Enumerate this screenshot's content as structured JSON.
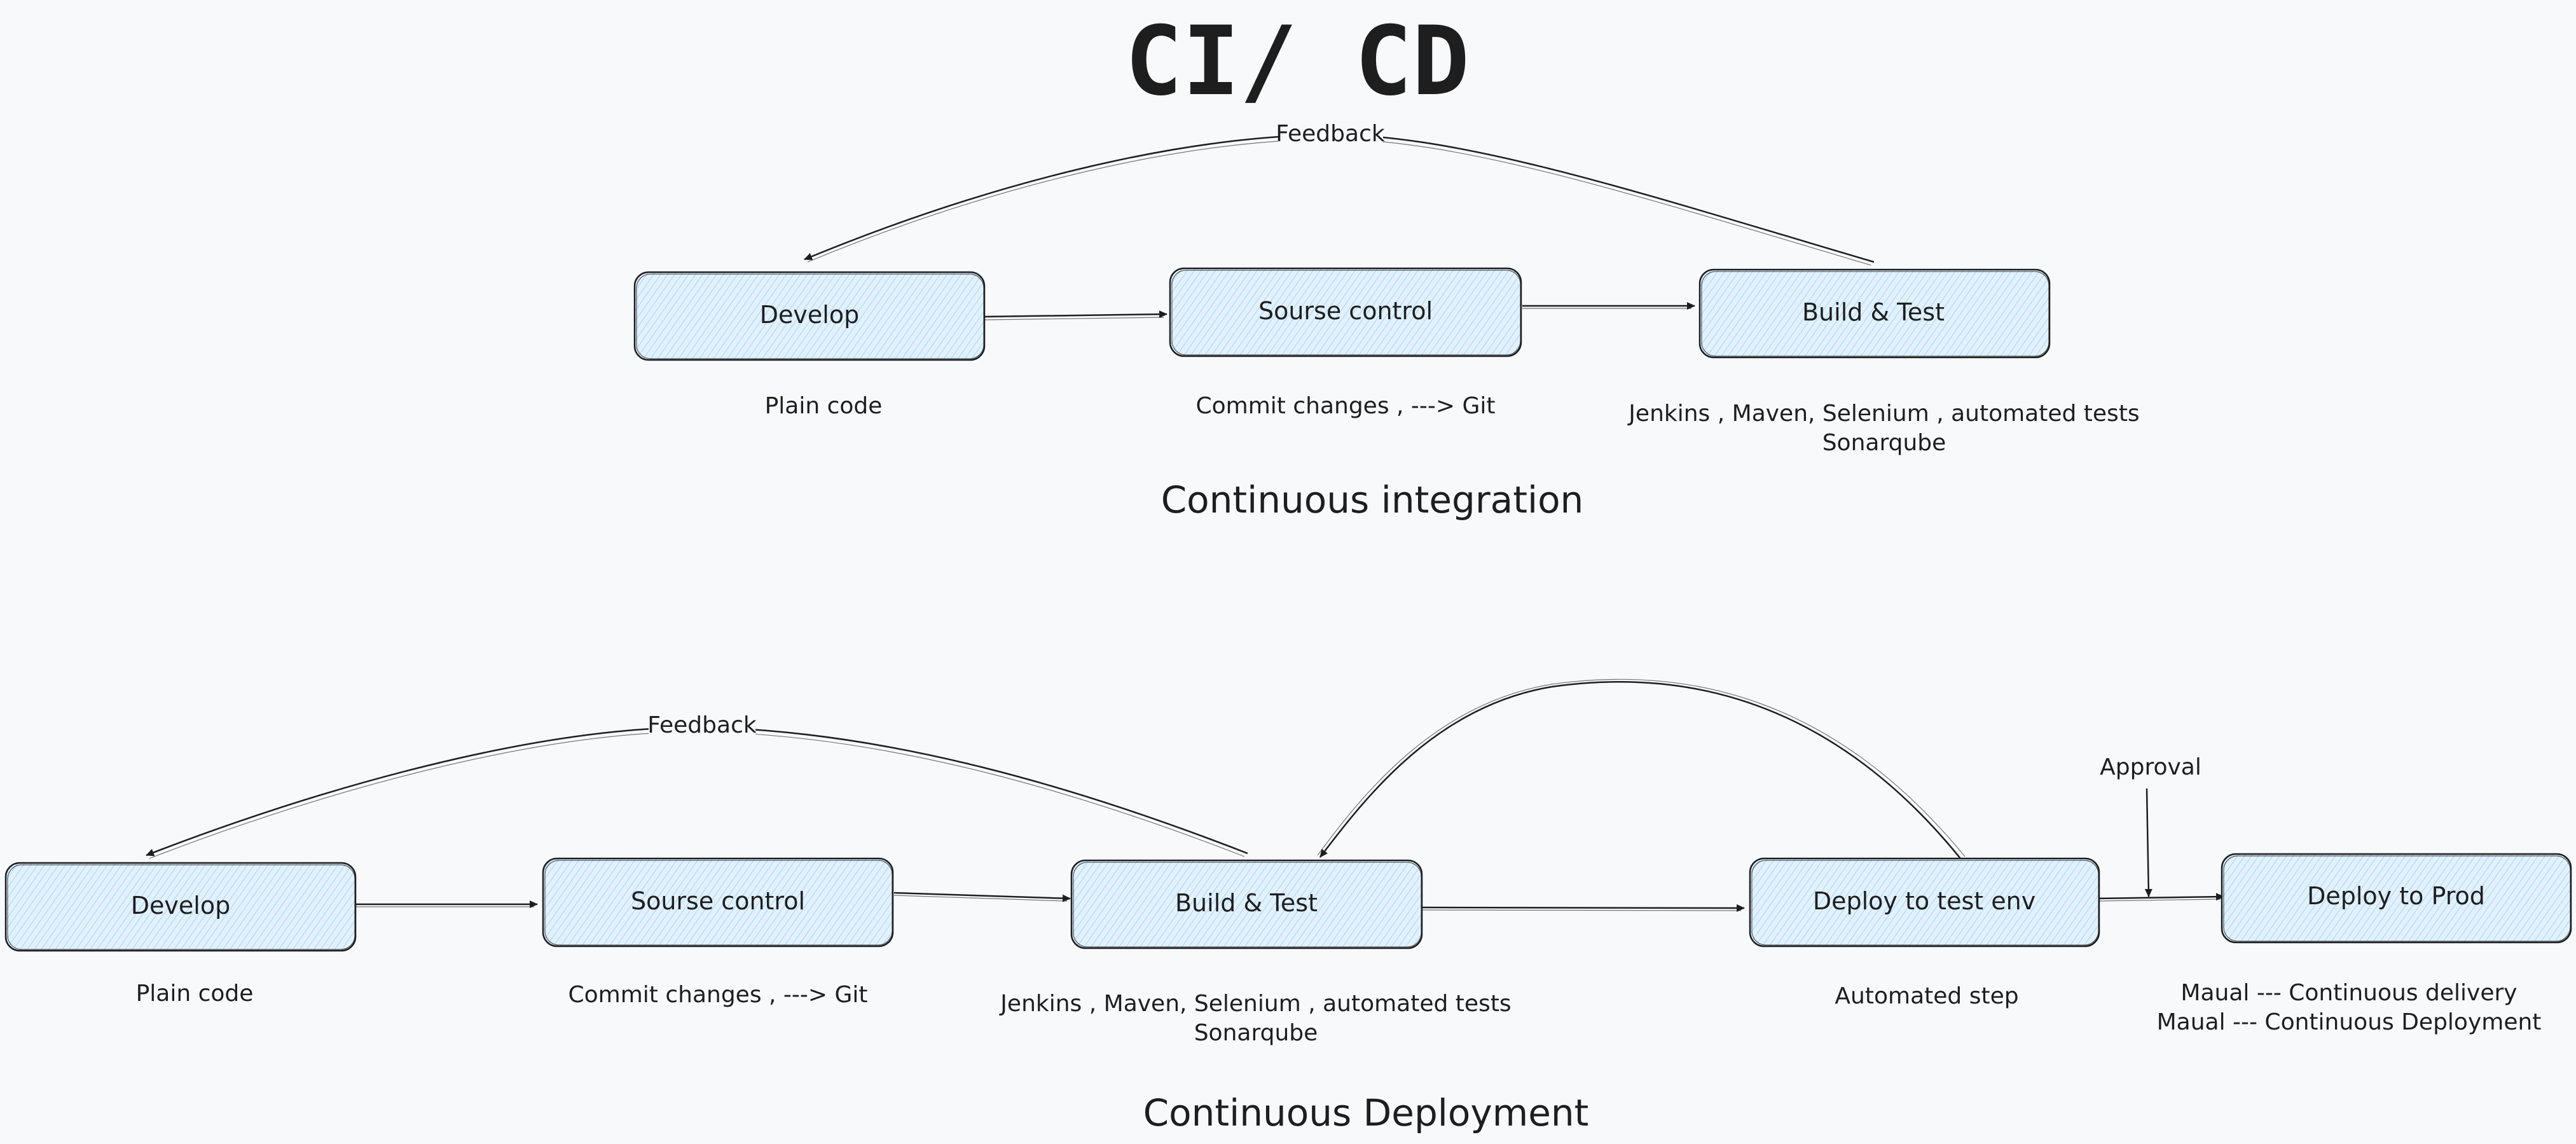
{
  "title": "CI/ CD",
  "colors": {
    "background": "#f8f9fb",
    "node_fill": "#a5d8ff",
    "stroke": "#1e1e1e"
  },
  "continuous_integration": {
    "heading": "Continuous integration",
    "nodes": [
      {
        "id": "ci-develop",
        "label": "Develop",
        "caption": [
          "Plain code"
        ]
      },
      {
        "id": "ci-source",
        "label": "Sourse control",
        "caption": [
          "Commit changes , ---> Git"
        ]
      },
      {
        "id": "ci-build",
        "label": "Build & Test",
        "caption": [
          "Jenkins , Maven, Selenium , automated tests",
          "Sonarqube"
        ]
      }
    ],
    "edges": [
      {
        "from": "ci-develop",
        "to": "ci-source",
        "label": ""
      },
      {
        "from": "ci-source",
        "to": "ci-build",
        "label": ""
      },
      {
        "from": "ci-build",
        "to": "ci-develop",
        "label": "Feedback"
      }
    ]
  },
  "continuous_deployment": {
    "heading": "Continuous Deployment",
    "nodes": [
      {
        "id": "cd-develop",
        "label": "Develop",
        "caption": [
          "Plain code"
        ]
      },
      {
        "id": "cd-source",
        "label": "Sourse control",
        "caption": [
          "Commit changes , ---> Git"
        ]
      },
      {
        "id": "cd-build",
        "label": "Build & Test",
        "caption": [
          "Jenkins , Maven, Selenium , automated tests",
          "Sonarqube"
        ]
      },
      {
        "id": "cd-deploy-test",
        "label": "Deploy to test env",
        "caption": [
          "Automated step"
        ]
      },
      {
        "id": "cd-deploy-prod",
        "label": "Deploy to Prod",
        "caption": [
          "Maual --- Continuous delivery",
          "Maual --- Continuous Deployment"
        ]
      }
    ],
    "edges": [
      {
        "from": "cd-develop",
        "to": "cd-source",
        "label": ""
      },
      {
        "from": "cd-source",
        "to": "cd-build",
        "label": ""
      },
      {
        "from": "cd-build",
        "to": "cd-deploy-test",
        "label": ""
      },
      {
        "from": "cd-deploy-test",
        "to": "cd-deploy-prod",
        "label": ""
      },
      {
        "from": "cd-build",
        "to": "cd-develop",
        "label": "Feedback"
      },
      {
        "from": "cd-deploy-test",
        "to": "cd-build",
        "label": ""
      },
      {
        "from": "approval",
        "to": "cd-deploy-prod",
        "label": "Approval"
      }
    ]
  }
}
